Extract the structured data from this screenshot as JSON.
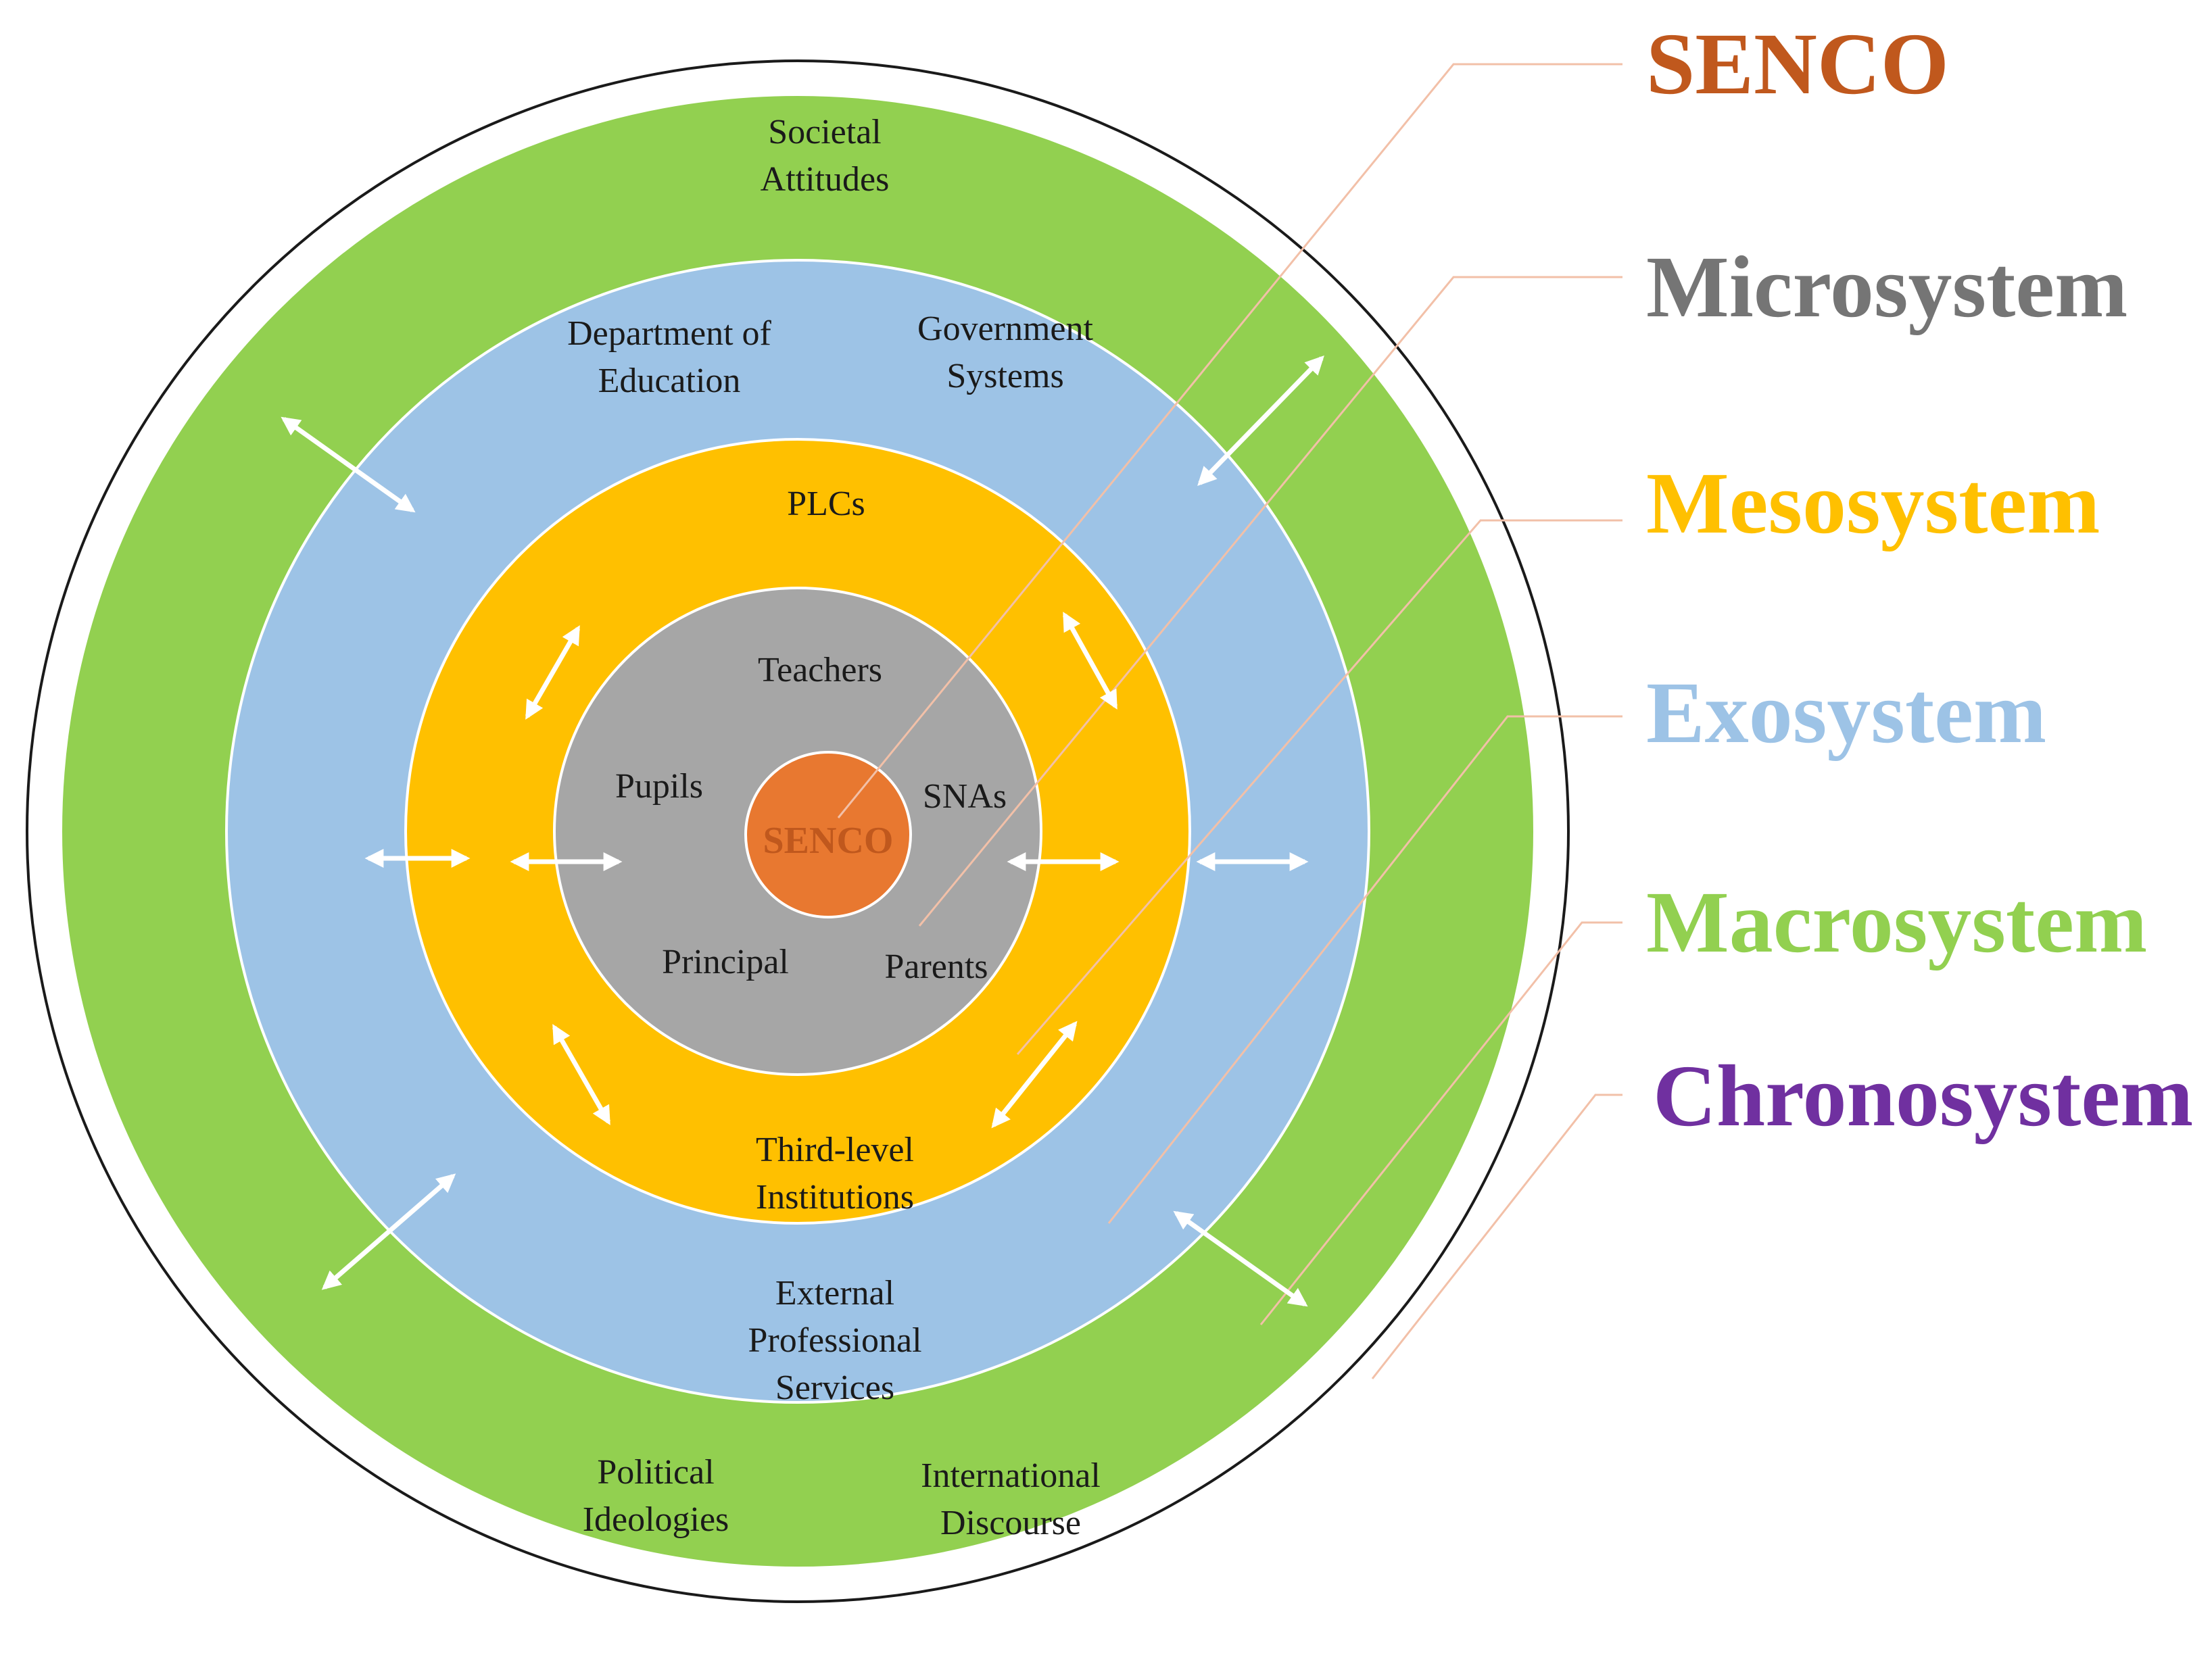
{
  "legend": {
    "senco": "SENCO",
    "microsystem": "Microsystem",
    "mesosystem": "Mesosystem",
    "exosystem": "Exosystem",
    "macrosystem": "Macrosystem",
    "chronosystem": "Chronosystem"
  },
  "core": {
    "label": "SENCO"
  },
  "microsystem": {
    "teachers": "Teachers",
    "pupils": "Pupils",
    "snas": "SNAs",
    "principal": "Principal",
    "parents": "Parents"
  },
  "mesosystem": {
    "plcs": "PLCs",
    "third_level_1": "Third-level",
    "third_level_2": "Institutions"
  },
  "exosystem": {
    "doe_1": "Department of",
    "doe_2": "Education",
    "gov_1": "Government",
    "gov_2": "Systems",
    "eps_1": "External",
    "eps_2": "Professional",
    "eps_3": "Services"
  },
  "macrosystem": {
    "societal_1": "Societal",
    "societal_2": "Attitudes",
    "political_1": "Political",
    "political_2": "Ideologies",
    "international_1": "International",
    "international_2": "Discourse"
  },
  "colors": {
    "senco": "#e87830",
    "microsystem": "#a6a6a6",
    "mesosystem": "#ffc000",
    "exosystem": "#9dc3e6",
    "macrosystem": "#92d050",
    "chronosystem": "#7030a0",
    "legend_senco": "#c0581d",
    "legend_microsystem": "#757575"
  }
}
